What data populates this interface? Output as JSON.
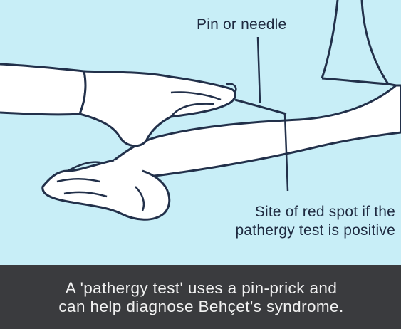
{
  "labels": {
    "needle": "Pin or needle",
    "site_line1": "Site of red spot if the",
    "site_line2": "pathergy test is positive"
  },
  "caption": {
    "line1": "A 'pathergy test' uses a pin-prick and",
    "line2": "can help diagnose Behçet's syndrome."
  },
  "colors": {
    "background": "#c8eef7",
    "caption_bar": "#3a3b3e",
    "skin": "#ffffff",
    "outline": "#22304a"
  }
}
